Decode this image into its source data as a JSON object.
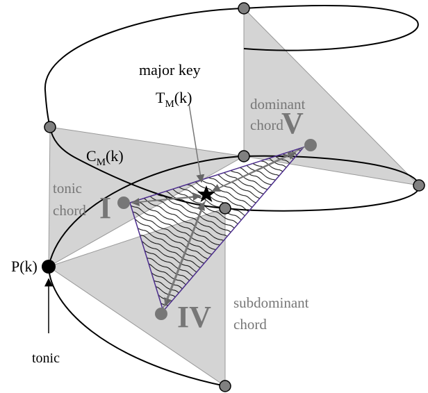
{
  "labels": {
    "major_key": "major key",
    "tm_main": "T",
    "tm_sub": "M",
    "tm_arg": "(k)",
    "cm_main": "C",
    "cm_sub": "M",
    "cm_arg": "(k)",
    "pk": "P(k)",
    "tonic": "tonic",
    "tonic_chord_1": "tonic",
    "tonic_chord_2": "chord",
    "tonic_numeral": "I",
    "dominant_chord_1": "dominant",
    "dominant_chord_2": "chord",
    "dominant_numeral": "V",
    "subdominant_chord_1": "subdominant",
    "subdominant_chord_2": "chord",
    "subdominant_numeral": "IV"
  },
  "colors": {
    "triangle_fill": "#d4d4d4",
    "node_fill": "#808080",
    "hatch_border": "#4b2c8c"
  }
}
